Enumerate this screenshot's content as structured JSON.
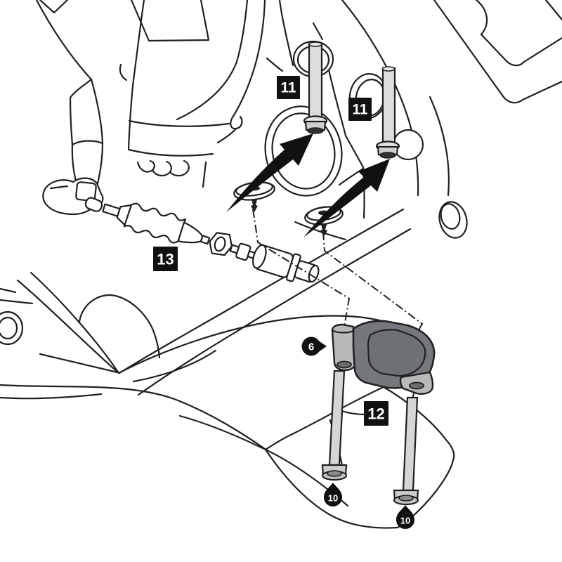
{
  "diagram": {
    "figure_type": "exploded-parts-diagram",
    "background_color": "#ffffff",
    "line_color": "#231f20",
    "colors": {
      "label_bg": "#111111",
      "label_text": "#ffffff",
      "bolt_shaft": "#dcdcdc",
      "bolt_head": "#c9c9c9",
      "sensor_body": "#74787c",
      "sensor_face": "#6d7175",
      "sensor_ear": "#b7b9bb",
      "hole_dark": "#6a6e71"
    },
    "callouts": [
      {
        "id": "11-left",
        "shape": "square",
        "text": "11"
      },
      {
        "id": "11-right",
        "shape": "square",
        "text": "11"
      },
      {
        "id": "13",
        "shape": "square",
        "text": "13"
      },
      {
        "id": "12",
        "shape": "square",
        "text": "12"
      },
      {
        "id": "6",
        "shape": "circle-pointer",
        "text": "6"
      },
      {
        "id": "10-left",
        "shape": "circle-teardrop",
        "text": "10"
      },
      {
        "id": "10-right",
        "shape": "circle-teardrop",
        "text": "10"
      }
    ]
  }
}
